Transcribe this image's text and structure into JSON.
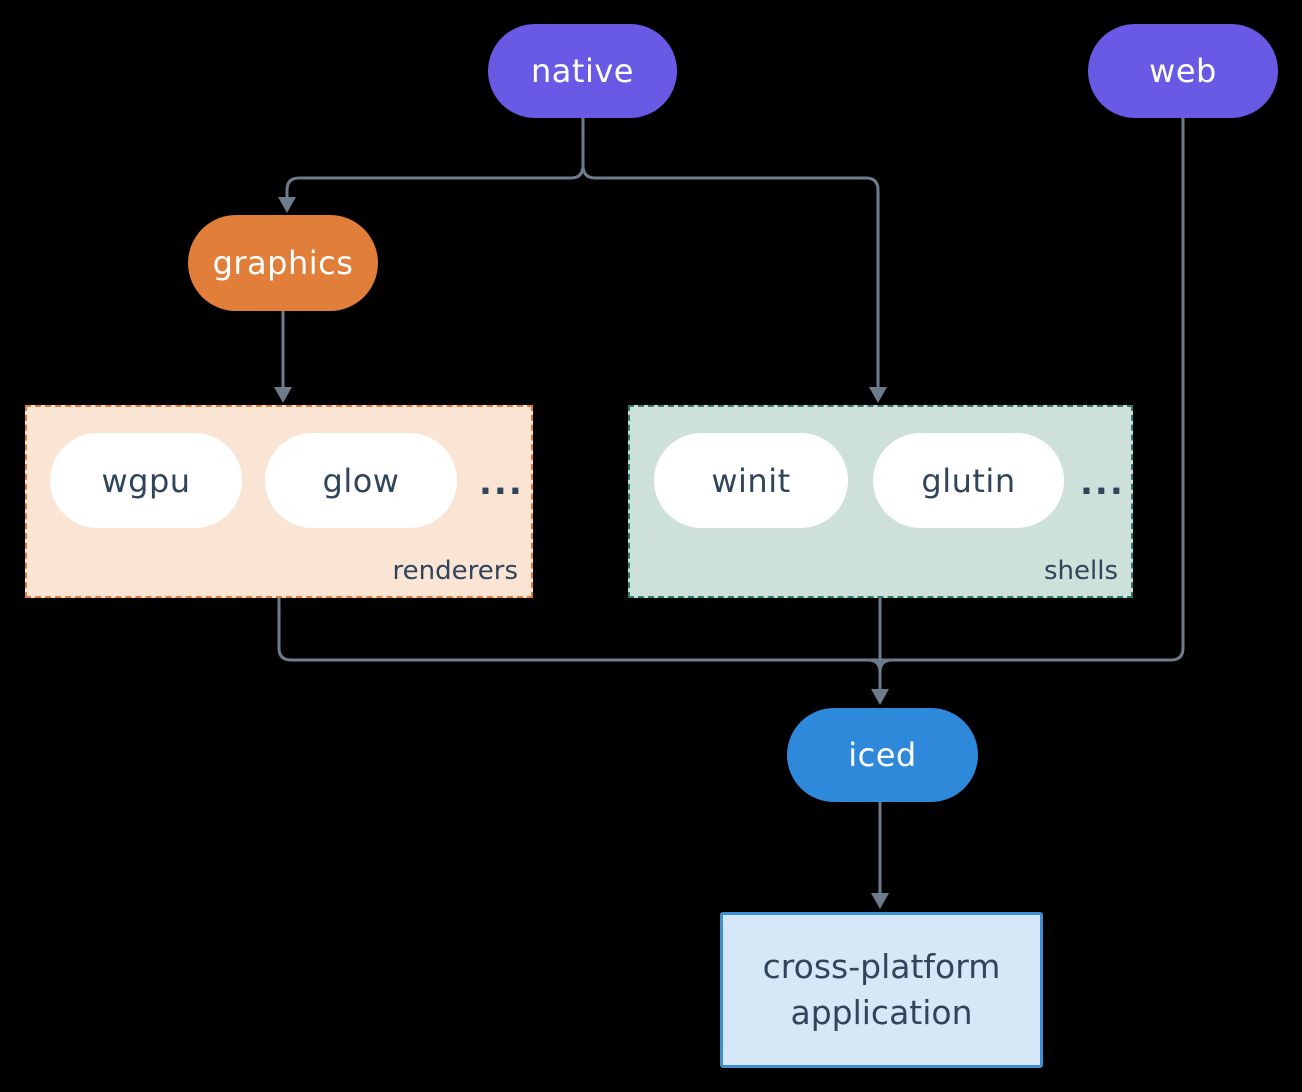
{
  "nodes": {
    "native": {
      "label": "native",
      "color": "#695AE6"
    },
    "web": {
      "label": "web",
      "color": "#695AE6"
    },
    "graphics": {
      "label": "graphics",
      "color": "#E07E3A"
    },
    "iced": {
      "label": "iced",
      "color": "#2E89DB"
    },
    "application": {
      "label_line1": "cross-platform",
      "label_line2": "application",
      "background": "#D6E7F8",
      "border_color": "#3D8ED3"
    }
  },
  "groups": {
    "renderers": {
      "label": "renderers",
      "items": [
        "wgpu",
        "glow"
      ],
      "ellipsis": "...",
      "background": "#FAE4D4",
      "border_color": "#E07E3A"
    },
    "shells": {
      "label": "shells",
      "items": [
        "winit",
        "glutin"
      ],
      "ellipsis": "...",
      "background": "#CEE0DA",
      "border_color": "#2F7D6E"
    }
  },
  "edges": [
    {
      "from": "native",
      "to": "graphics"
    },
    {
      "from": "native",
      "to": "shells"
    },
    {
      "from": "graphics",
      "to": "renderers"
    },
    {
      "from": "renderers",
      "to": "iced"
    },
    {
      "from": "shells",
      "to": "iced"
    },
    {
      "from": "web",
      "to": "iced"
    },
    {
      "from": "iced",
      "to": "cross-platform application"
    }
  ],
  "colors": {
    "background": "#000000",
    "wire": "#6E7B8A",
    "pill_text_light": "#FFFFFF",
    "pill_text_dark": "#30455B"
  }
}
